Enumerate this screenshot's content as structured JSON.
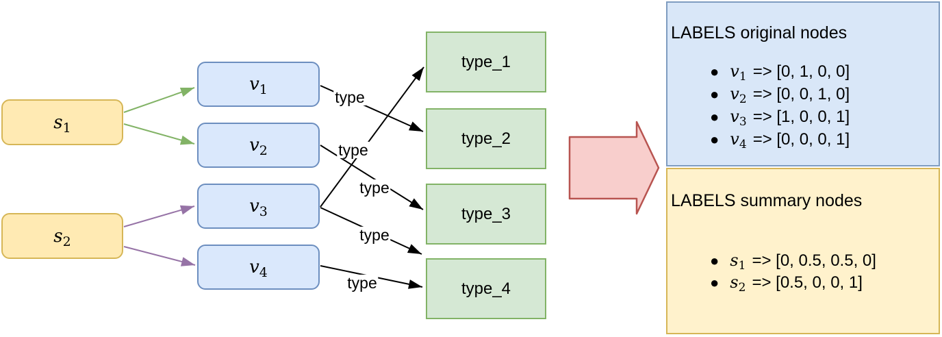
{
  "nodes": {
    "summary": [
      {
        "base": "s",
        "sub": "1"
      },
      {
        "base": "s",
        "sub": "2"
      }
    ],
    "original": [
      {
        "base": "v",
        "sub": "1"
      },
      {
        "base": "v",
        "sub": "2"
      },
      {
        "base": "v",
        "sub": "3"
      },
      {
        "base": "v",
        "sub": "4"
      }
    ],
    "types": [
      "type_1",
      "type_2",
      "type_3",
      "type_4"
    ]
  },
  "edges": {
    "label": "type",
    "summary_to_original": [
      {
        "from": "s1",
        "to": "v1"
      },
      {
        "from": "s1",
        "to": "v2"
      },
      {
        "from": "s2",
        "to": "v3"
      },
      {
        "from": "s2",
        "to": "v4"
      }
    ],
    "original_to_type": [
      {
        "from": "v1",
        "to": "type_2",
        "label": "type"
      },
      {
        "from": "v2",
        "to": "type_3",
        "label": "type"
      },
      {
        "from": "v3",
        "to": "type_1",
        "label": "type"
      },
      {
        "from": "v3",
        "to": "type_4",
        "label": "type"
      },
      {
        "from": "v4",
        "to": "type_4",
        "label": "type"
      }
    ]
  },
  "panels": {
    "original": {
      "title": "LABELS original nodes",
      "items": [
        {
          "base": "v",
          "sub": "1",
          "mapping": "=> [0, 1, 0, 0]"
        },
        {
          "base": "v",
          "sub": "2",
          "mapping": "=> [0, 0, 1, 0]"
        },
        {
          "base": "v",
          "sub": "3",
          "mapping": "=> [1, 0, 0, 1]"
        },
        {
          "base": "v",
          "sub": "4",
          "mapping": "=> [0, 0, 0, 1]"
        }
      ]
    },
    "summary": {
      "title": "LABELS summary nodes",
      "items": [
        {
          "base": "s",
          "sub": "1",
          "mapping": "=> [0, 0.5, 0.5, 0]"
        },
        {
          "base": "s",
          "sub": "2",
          "mapping": "=> [0.5, 0, 0, 1]"
        }
      ]
    }
  },
  "colors": {
    "summary_node_fill": "#ffeab3",
    "summary_node_stroke": "#d6b656",
    "original_node_fill": "#dae8fc",
    "original_node_stroke": "#6c8ebf",
    "type_node_fill": "#d5e8d4",
    "type_node_stroke": "#82b366",
    "summary_edge": "#9673a6",
    "original_edge_s1": "#82b366",
    "type_edge": "#000000",
    "big_arrow_fill": "#f8cecc",
    "big_arrow_stroke": "#b85450",
    "panel_original_fill": "#d9e7f8",
    "panel_summary_fill": "#fff2cc"
  }
}
